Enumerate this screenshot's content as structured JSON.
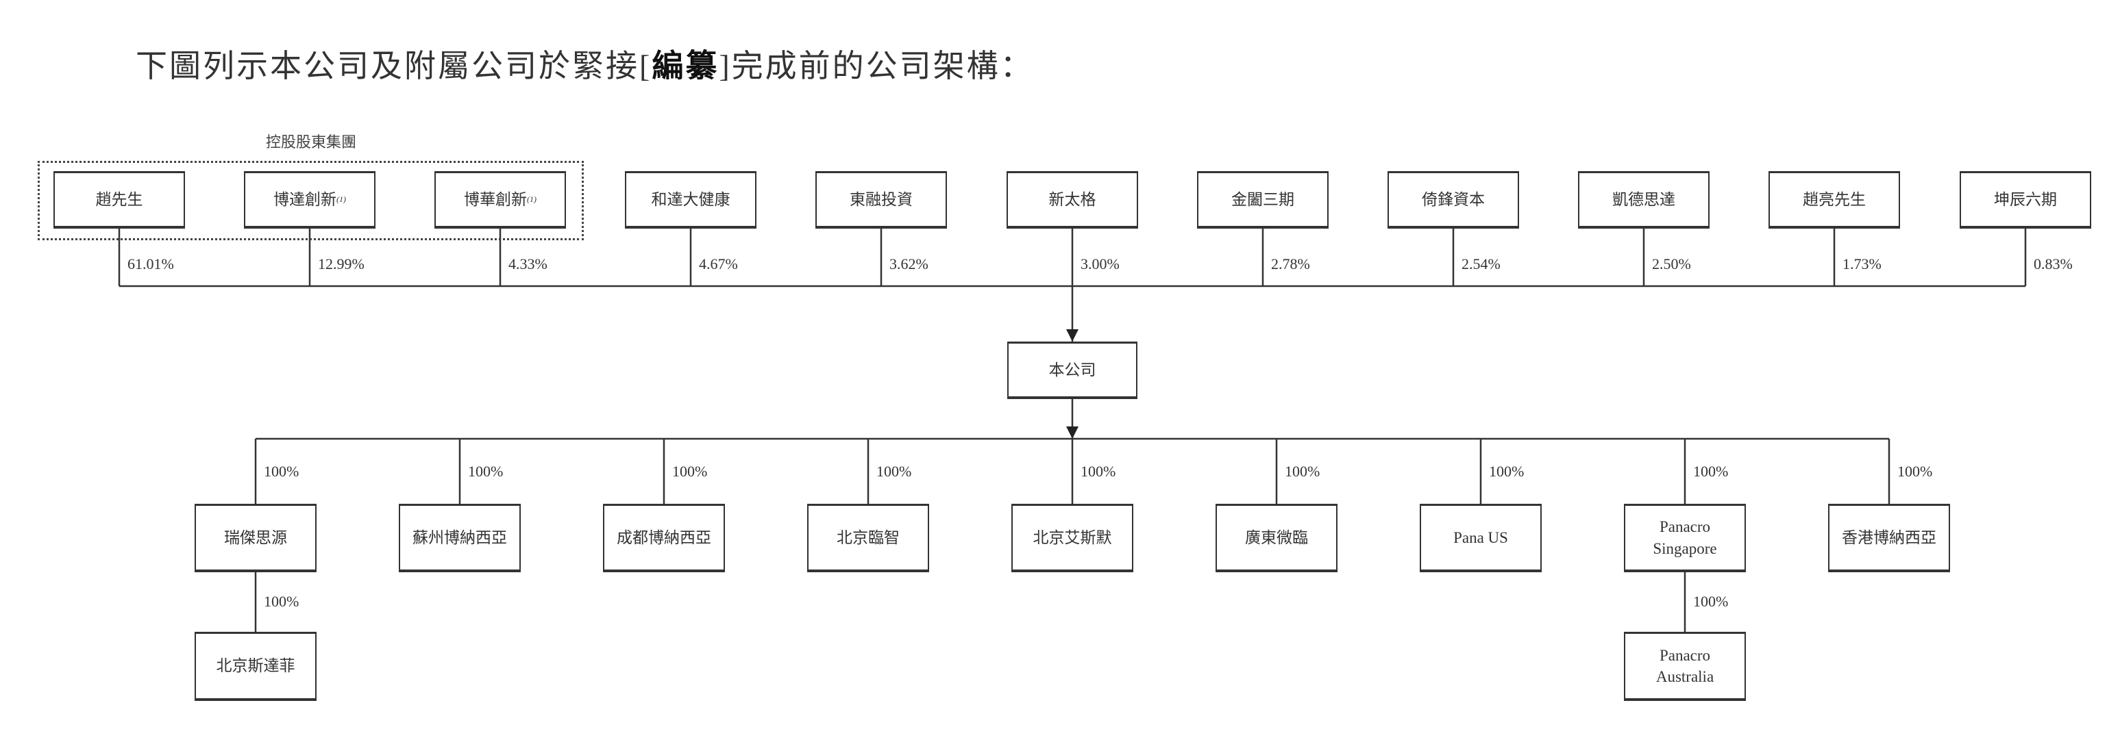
{
  "title": {
    "prefix": "下圖列示本公司及附屬公司於緊接[",
    "bold": "編纂",
    "suffix": "]完成前的公司架構："
  },
  "controlling_group_label": "控股股東集團",
  "shareholders": [
    {
      "name": "趙先生",
      "pct": "61.01%",
      "in_group": true
    },
    {
      "name": "博達創新",
      "note": "(1)",
      "pct": "12.99%",
      "in_group": true
    },
    {
      "name": "博華創新",
      "note": "(1)",
      "pct": "4.33%",
      "in_group": true
    },
    {
      "name": "和達大健康",
      "pct": "4.67%"
    },
    {
      "name": "東融投資",
      "pct": "3.62%"
    },
    {
      "name": "新太格",
      "pct": "3.00%"
    },
    {
      "name": "金闔三期",
      "pct": "2.78%"
    },
    {
      "name": "倚鋒資本",
      "pct": "2.54%"
    },
    {
      "name": "凱德思達",
      "pct": "2.50%"
    },
    {
      "name": "趙亮先生",
      "pct": "1.73%"
    },
    {
      "name": "坤辰六期",
      "pct": "0.83%"
    }
  ],
  "company": "本公司",
  "subsidiaries": [
    {
      "name": "瑞傑思源",
      "pct": "100%",
      "child": {
        "name": "北京斯達菲",
        "pct": "100%"
      }
    },
    {
      "name": "蘇州博納西亞",
      "pct": "100%"
    },
    {
      "name": "成都博納西亞",
      "pct": "100%"
    },
    {
      "name": "北京臨智",
      "pct": "100%"
    },
    {
      "name": "北京艾斯默",
      "pct": "100%"
    },
    {
      "name": "廣東微臨",
      "pct": "100%"
    },
    {
      "name": "Pana US",
      "pct": "100%"
    },
    {
      "name": "Panacro Singapore",
      "pct": "100%",
      "child": {
        "name": "Panacro Australia",
        "pct": "100%"
      }
    },
    {
      "name": "香港博納西亞",
      "pct": "100%"
    }
  ]
}
